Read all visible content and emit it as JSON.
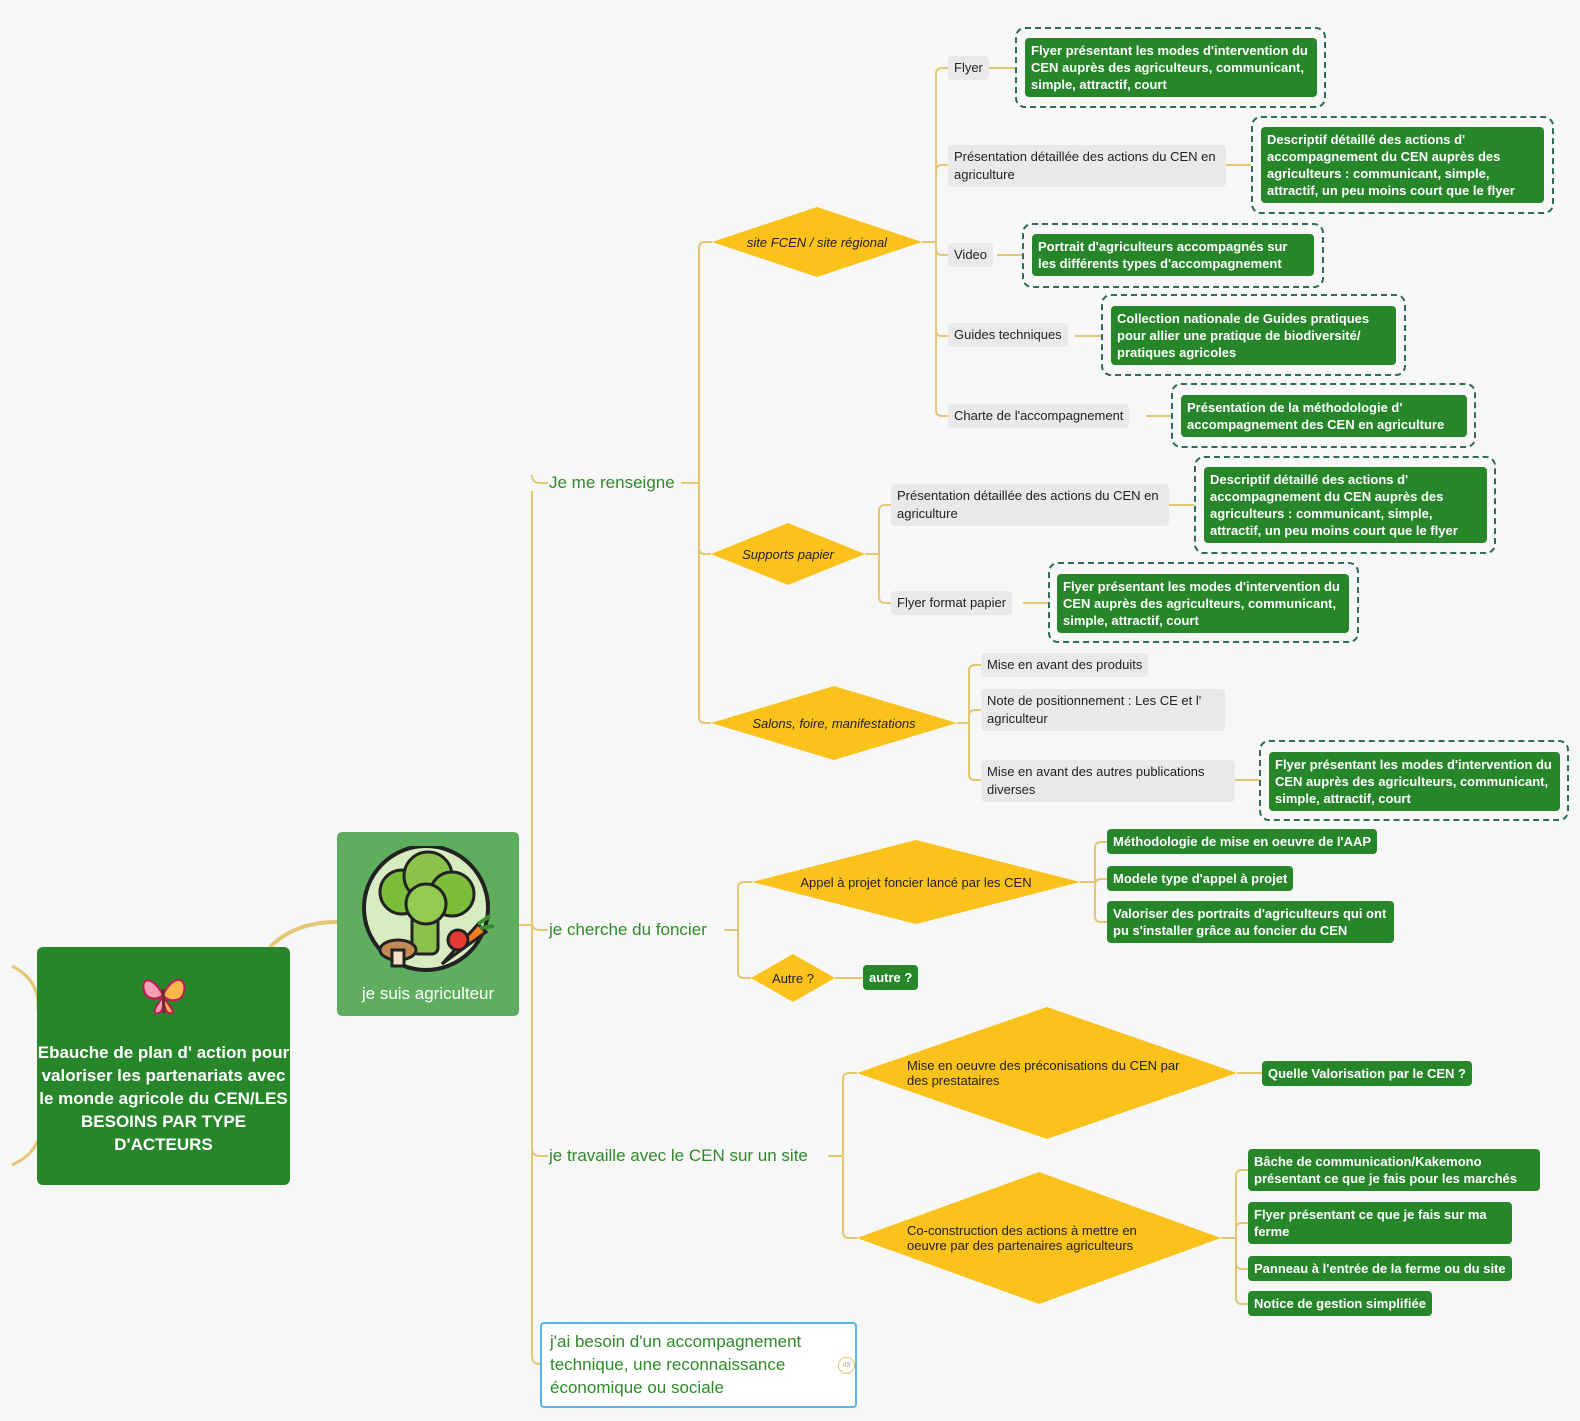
{
  "root": {
    "title": "Ebauche de plan d' action pour valoriser les partenariats avec le monde agricole du CEN/LES BESOINS PAR TYPE D'ACTEURS"
  },
  "central": {
    "label": "je suis agriculteur"
  },
  "branches": {
    "renseigne": "Je me renseigne",
    "foncier": "je cherche du foncier",
    "travaille": "je travaille avec le CEN sur un site",
    "besoin": "j'ai besoin d'un accompagnement technique, une reconnaissance économique ou sociale",
    "besoin_count": "49"
  },
  "diamonds": {
    "site": "site FCEN / site régional",
    "papier": "Supports papier",
    "salons": "Salons, foire, manifestations",
    "appel": "Appel à projet foncier lancé par les CEN",
    "autre": "Autre ?",
    "mise": "Mise en oeuvre des préconisations du CEN par des prestataires",
    "coconstruction": "Co-construction des actions à mettre en oeuvre par des partenaires agriculteurs"
  },
  "topics": {
    "flyer": "Flyer",
    "presentation1": "Présentation détaillée des actions du CEN en agriculture",
    "video": "Video",
    "guides": "Guides techniques",
    "charte": "Charte de l'accompagnement",
    "presentation2": "Présentation détaillée des actions du CEN en agriculture",
    "flyer_papier": "Flyer format papier",
    "mise_avant_produits": "Mise en avant des produits",
    "note": "Note de positionnement : Les CE et l' agriculteur",
    "mise_avant_publications": "Mise en avant des autres publications diverses"
  },
  "notes": {
    "flyer_desc": "Flyer présentant les modes d'intervention du CEN auprès des agriculteurs, communicant, simple, attractif, court",
    "descriptif1": "Descriptif détaillé des actions d' accompagnement du CEN auprès des agriculteurs : communicant, simple, attractif, un peu moins court que le flyer",
    "portrait": "Portrait d'agriculteurs accompagnés sur les différents types d'accompagnement",
    "collection": "Collection nationale de Guides pratiques pour allier une pratique de biodiversité/ pratiques agricoles",
    "methodologie": "Présentation de la méthodologie d' accompagnement des CEN en agriculture",
    "descriptif2": "Descriptif détaillé des actions d' accompagnement du CEN auprès des agriculteurs : communicant, simple, attractif, un peu moins court que le flyer",
    "flyer_desc2": "Flyer présentant les modes d'intervention du CEN auprès des agriculteurs, communicant, simple, attractif, court",
    "flyer_desc3": "Flyer présentant les modes d'intervention du CEN auprès des agriculteurs, communicant, simple, attractif, court",
    "aap": "Méthodologie de mise en oeuvre de l'AAP",
    "modele": "Modele type d'appel à projet",
    "portraits_foncier": "Valoriser des portraits d'agriculteurs qui ont pu s'installer grâce au foncier du CEN",
    "autre_leaf": "autre ?",
    "valorisation": "Quelle Valorisation par le CEN ?",
    "bache": "Bâche de communication/Kakemono présentant ce que je fais pour les marchés",
    "flyer_ferme": "Flyer présentant ce que je fais sur ma ferme",
    "panneau": "Panneau à l'entrée de la ferme ou du site",
    "notice": "Notice de gestion simplifiée"
  },
  "colors": {
    "line": "#e3c773",
    "dark_green": "#27862a",
    "light_green": "#5fae5f",
    "diamond": "#fbc21c",
    "gray": "#e9e9e9",
    "dash": "#2f6a60",
    "branch_text": "#2f8a2a",
    "selected": "#58b4ef"
  }
}
